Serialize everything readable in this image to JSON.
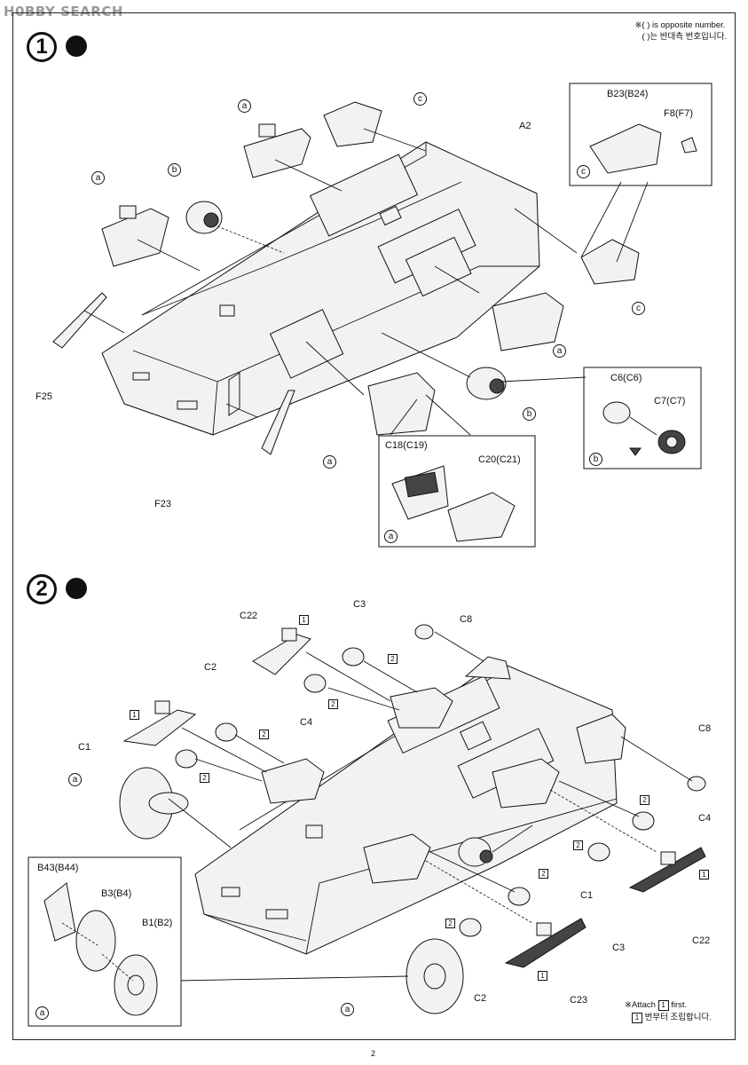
{
  "watermark": "H0BBY SEARCH",
  "header_note": {
    "line1": "※( ) is opposite number.",
    "line2": "( )는 반대측 번호입니다."
  },
  "steps": [
    {
      "number": "1",
      "icon": "glue-icon"
    },
    {
      "number": "2",
      "icon": "glue-icon"
    }
  ],
  "step1": {
    "labels": {
      "A2": "A2",
      "F25": "F25",
      "F23": "F23",
      "B23": "B23(B24)",
      "F8": "F8(F7)",
      "C6": "C6(C6)",
      "C7": "C7(C7)",
      "C18": "C18(C19)",
      "C20": "C20(C21)"
    },
    "circles": {
      "a": "a",
      "b": "b",
      "c": "c"
    }
  },
  "step2": {
    "labels": {
      "C22": "C22",
      "C3": "C3",
      "C8": "C8",
      "C2": "C2",
      "C4": "C4",
      "C1": "C1",
      "C23": "C23",
      "B43": "B43(B44)",
      "B3": "B3(B4)",
      "B1": "B1(B2)"
    },
    "box_numbers": {
      "one": "1",
      "two": "2"
    }
  },
  "footer_note": {
    "line1": "※Attach",
    "line1_box": "1",
    "line1_end": "first.",
    "line2_box": "1",
    "line2": "번부터 조립합니다."
  },
  "page_number": "2"
}
